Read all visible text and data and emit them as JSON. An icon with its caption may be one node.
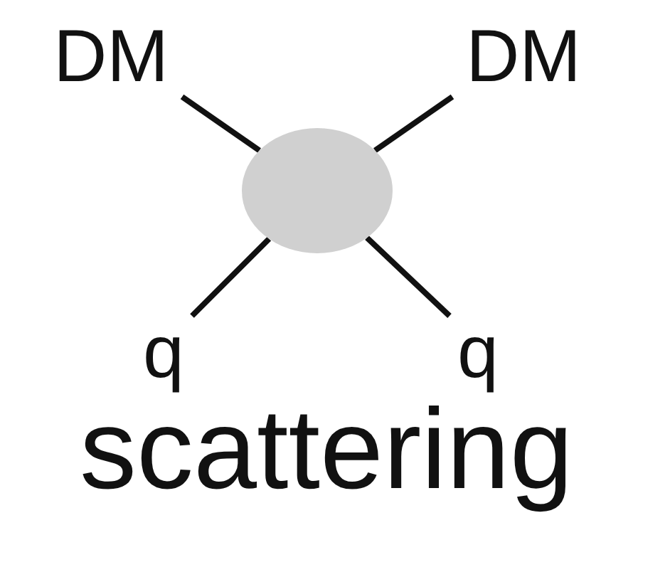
{
  "diagram": {
    "nodes": [
      {
        "text": [
          "DM"
        ]
      },
      {
        "text": [
          "DM"
        ]
      },
      {
        "text": [],
        "shape": "circle"
      },
      {
        "text": [
          "q"
        ]
      },
      {
        "text": [
          "q"
        ]
      }
    ],
    "edges": [
      {
        "from": 0,
        "to": 2,
        "arrow": "none"
      },
      {
        "from": 1,
        "to": 2,
        "arrow": "none"
      },
      {
        "from": 3,
        "to": 2,
        "arrow": "none"
      },
      {
        "from": 4,
        "to": 2,
        "arrow": "none"
      }
    ],
    "labels": [
      "scattering"
    ]
  }
}
